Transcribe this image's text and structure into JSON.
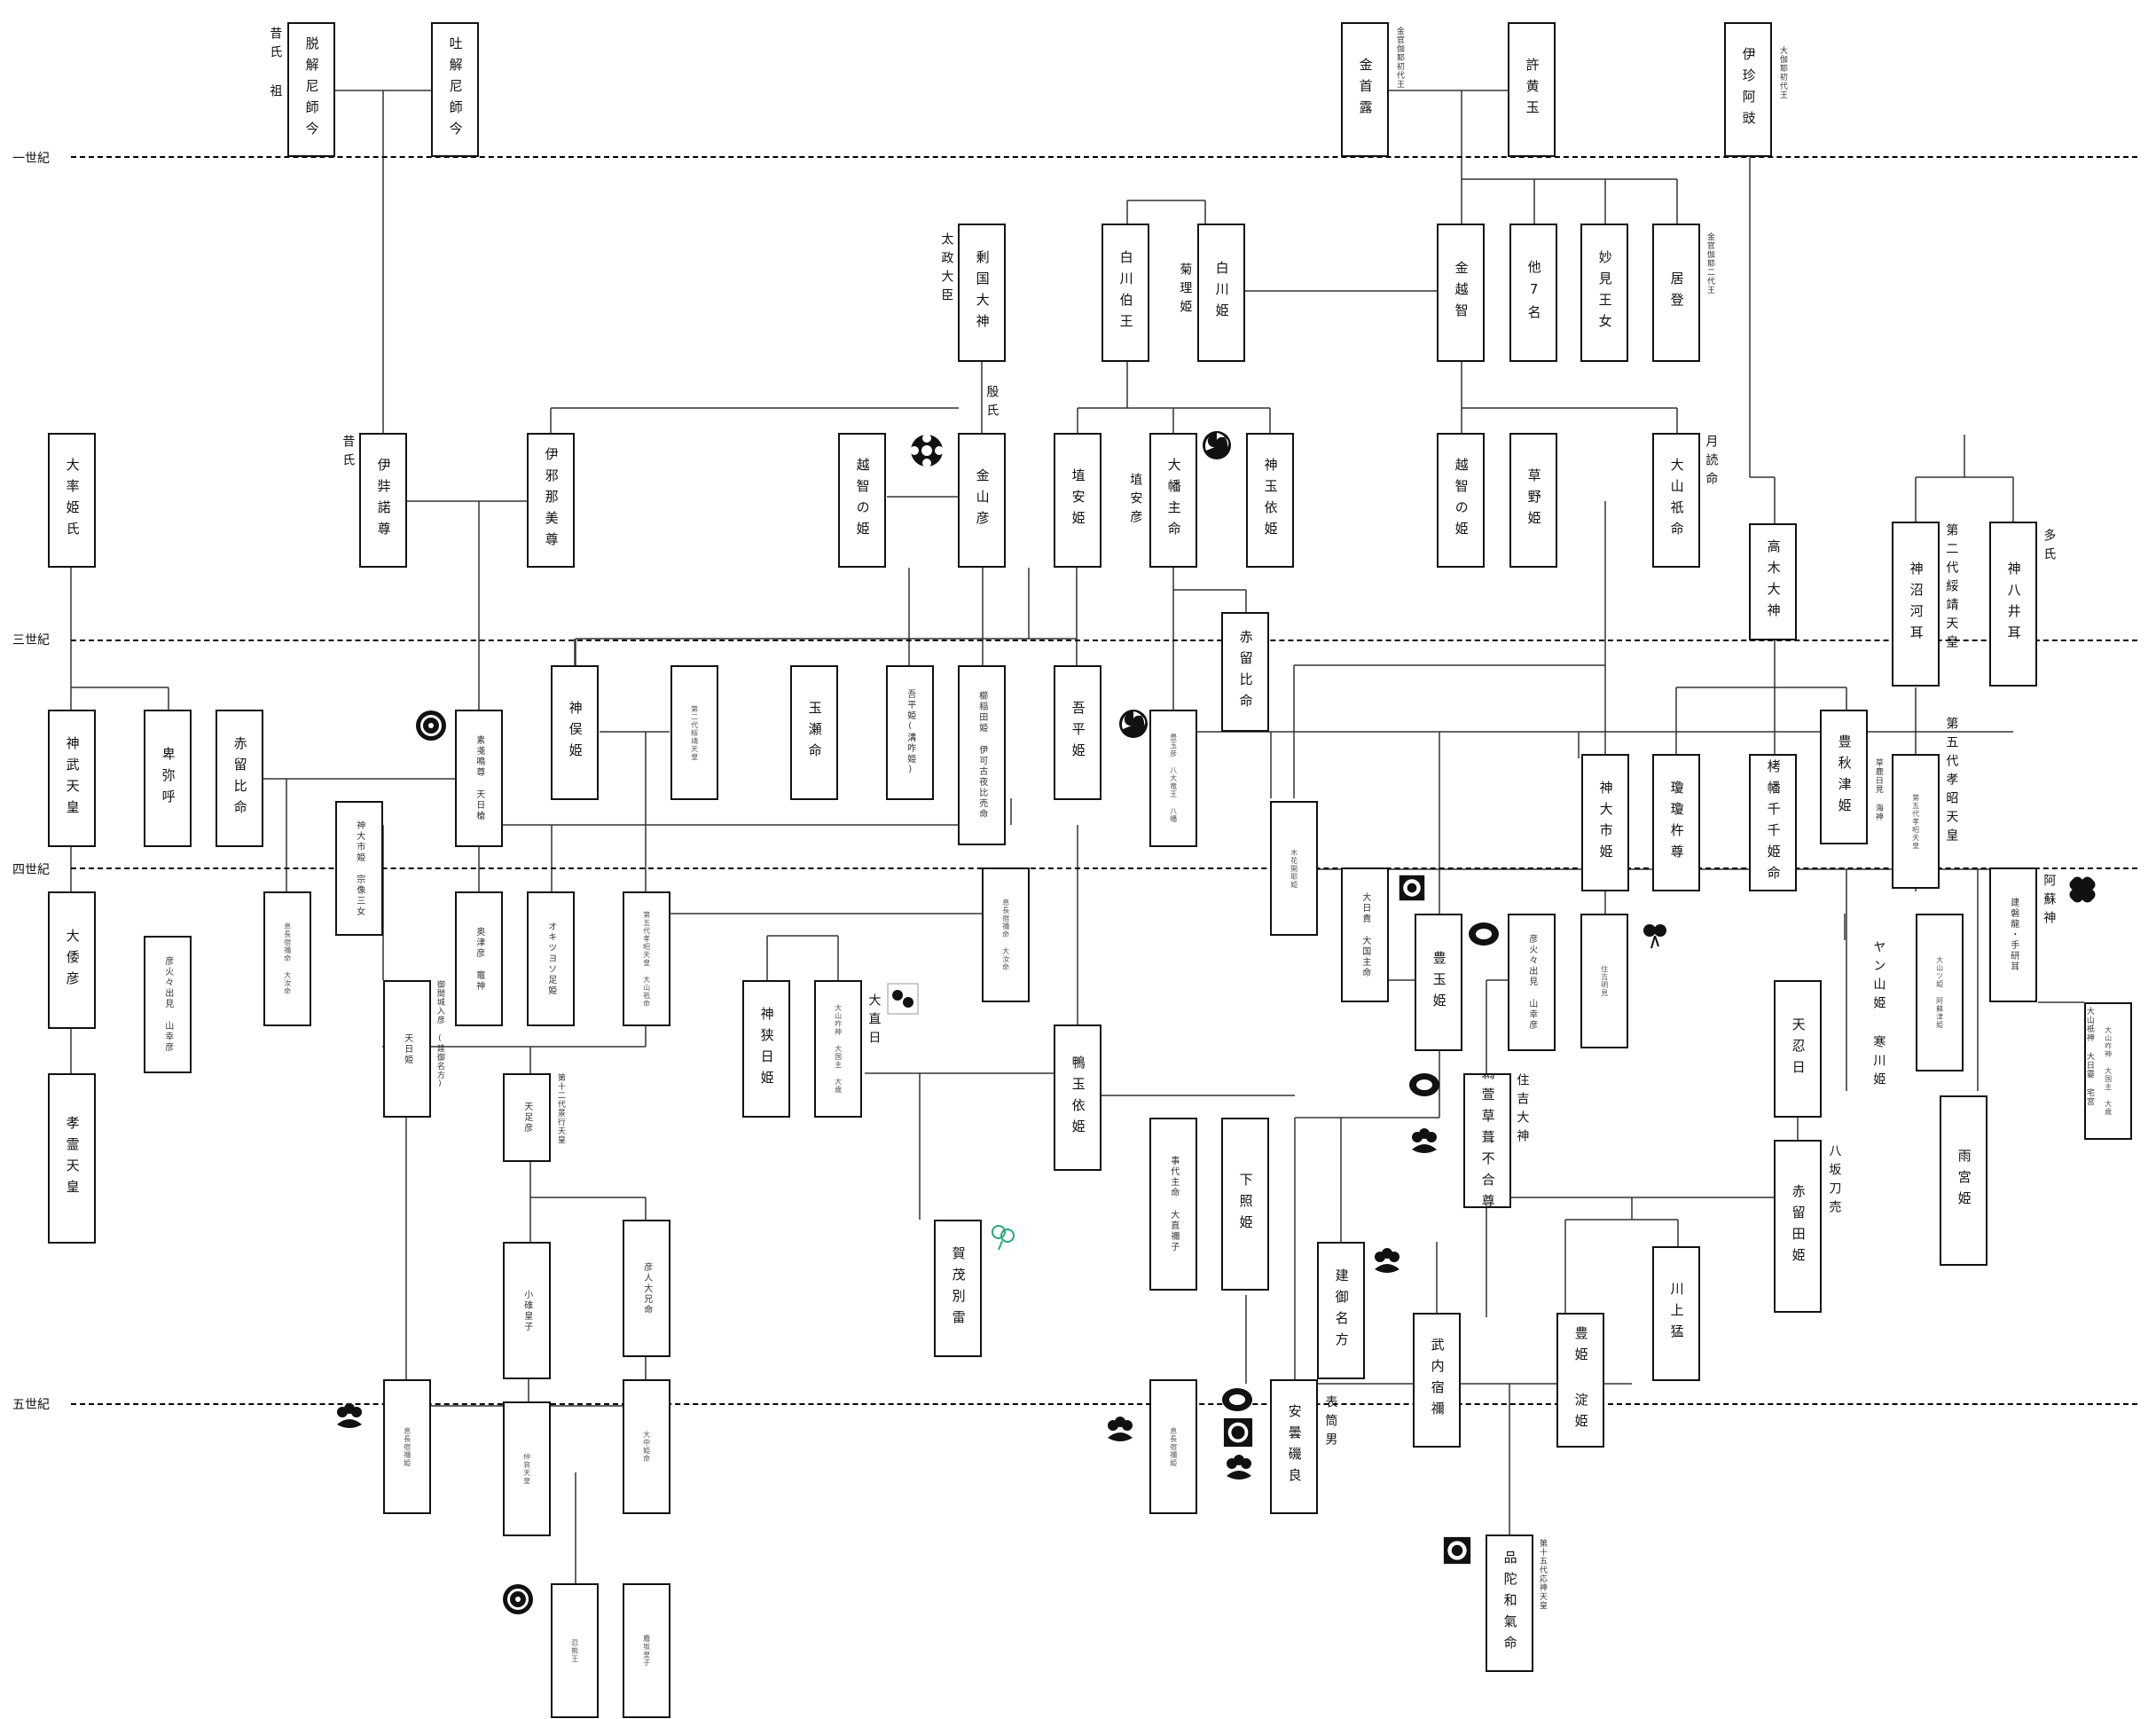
{
  "eras": {
    "c1": "一世紀",
    "c3": "三世紀",
    "c4": "四世紀",
    "c5": "五世紀"
  },
  "boxes": {
    "b001": "脱解尼師今",
    "b002": "吐解尼師今",
    "b003": "金首露",
    "b004": "許黄玉",
    "b005": "伊珍阿豉",
    "b006": "剰国大神",
    "b007": "白川伯王",
    "b008": "白川姫",
    "b009": "金越智",
    "b010": "他7名",
    "b011": "妙見王女",
    "b012": "居登",
    "b013": "大率姫氏",
    "b014": "伊弉諾尊",
    "b015": "伊邪那美尊",
    "b016": "越智の姫",
    "b017": "金山彦",
    "b018": "埴安姫",
    "b019": "大幡主命",
    "b020": "神玉依姫",
    "b021": "越智の姫",
    "b022": "草野姫",
    "b023": "大山祇命",
    "b024": "高木大神",
    "b025": "神沼河耳",
    "b026": "神八井耳",
    "b027": "神武天皇",
    "b028": "卑弥呼",
    "b029": "赤留比命",
    "b030": "素戔鳴尊 天日槍",
    "b031": "神俣姫",
    "b032": "第二代綏靖天皇",
    "b033": "玉瀬命",
    "b034": "吾平姫(溝咋姫)",
    "b035": "櫛稲田姫 伊可古夜比売命",
    "b036": "吾平姫",
    "b037": "豊玉彦 八大竜王 八幡",
    "b038": "赤留比命",
    "b039": "豊秋津姫",
    "b040": "第五代孝昭天皇",
    "b041": "神大市姫 宗像三女",
    "b042": "大倭彦",
    "b043": "彦火々出見 山幸彦",
    "b044": "息長宿禰命 大汝命",
    "b045": "奥津彦 竈神",
    "b046": "オキツヨソ足姫",
    "b047": "第五代孝昭天皇 大山祇命",
    "b048": "木花開耶姫",
    "b049": "神大市姫",
    "b050": "瓊瓊杵尊",
    "b051": "栲幡千千姫命",
    "b052": "建磐龍・手研耳",
    "b053": "孝霊天皇",
    "b054": "天日姫",
    "b055": "天足彦",
    "b056": "神狭日姫",
    "b057": "大山咋神 大国主 大歳",
    "b058": "息長宿禰命 大汝命",
    "b059": "大日貴 大国主命",
    "b060": "豊玉姫",
    "b061": "彦火々出見 山幸彦",
    "b062": "鵜萱草葺不合尊",
    "b063": "天忍日",
    "b064": "大山ツ姫 阿蘇津姫",
    "b065": "大山咋神 大国主 大歳",
    "b066": "小碓皇子",
    "b067": "彦人大兄命",
    "b068": "鴨玉依姫",
    "b069": "事代主命 大直禰子",
    "b070": "下照姫",
    "b071": "建御名方",
    "b072": "賀茂別雷",
    "b073": "雨宮姫",
    "b074": "赤留田姫",
    "b075": "川上猛",
    "b076": "武内宿禰",
    "b077": "豊姫 淀姫",
    "b078": "息長宿禰姫",
    "b079": "仲哀天皇",
    "b080": "大中姫命",
    "b081": "息長宿禰姫",
    "b082": "安曇磯良",
    "b083": "品陀和氣命",
    "b084": "忍熊王",
    "b085": "麛坂皇子",
    "b086": "住吉明見"
  },
  "notes": {
    "n01": "昔氏 祖",
    "n02": "金官伽耶初代王",
    "n03": "大伽耶初代王",
    "n04": "太政大臣",
    "n05": "菊理姫",
    "n06": "金官伽耶二代王",
    "n07": "昔氏",
    "n08": "殷氏",
    "n09": "埴安彦",
    "n10": "月読命",
    "n11": "第二代綏靖天皇",
    "n12": "多氏",
    "n13": "草鹿日見 海神",
    "n14": "第五代孝昭天皇",
    "n15": "阿蘇神",
    "n16": "大直日",
    "n17": "ヤン山姫 寒川姫",
    "n18": "第十二代景行天皇",
    "n19": "住吉大神",
    "n20": "八坂刀売",
    "n21": "表筒男",
    "n22": "第十五代応神天皇",
    "n23": "御間城入彦 (建御名方)",
    "n24": "大山祇神 大日孁 宅宮"
  },
  "crests": {
    "c01": "tomoe-crest",
    "c02": "paulownia-crest",
    "c03": "hollyhock-crest",
    "c04": "flower-crest"
  }
}
